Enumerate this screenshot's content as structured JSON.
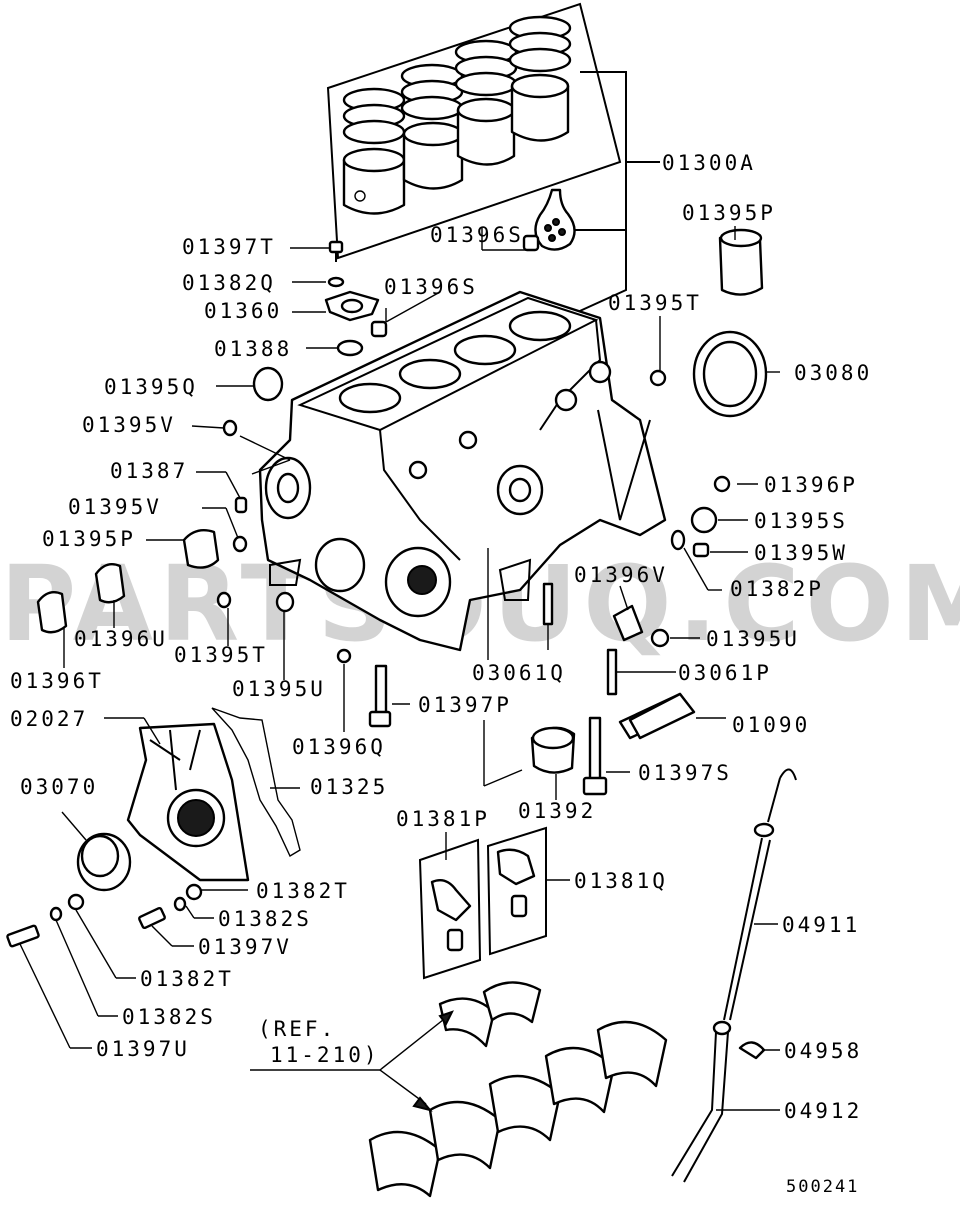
{
  "watermark": "PARTSOUQ.COM",
  "figure_code": "500241",
  "ref_note": {
    "line1": "(REF.",
    "line2": "11-210)"
  },
  "part_labels": {
    "p01300A": "01300A",
    "p01395P_top": "01395P",
    "p01396S_a": "01396S",
    "p01397T": "01397T",
    "p01382Q": "01382Q",
    "p01396S_b": "01396S",
    "p01360": "01360",
    "p01395T_top": "01395T",
    "p01388": "01388",
    "p03080": "03080",
    "p01395Q": "01395Q",
    "p01395V_a": "01395V",
    "p01387": "01387",
    "p01396P": "01396P",
    "p01395V_b": "01395V",
    "p01395S": "01395S",
    "p01395P_left": "01395P",
    "p01395W": "01395W",
    "p01382P": "01382P",
    "p01396V": "01396V",
    "p01396U": "01396U",
    "p01395U_right": "01395U",
    "p01395T_left": "01395T",
    "p03061Q": "03061Q",
    "p03061P": "03061P",
    "p01396T": "01396T",
    "p01395U_left": "01395U",
    "p01397P": "01397P",
    "p02027": "02027",
    "p01090": "01090",
    "p01396Q": "01396Q",
    "p01325": "01325",
    "p01397S": "01397S",
    "p03070": "03070",
    "p01392": "01392",
    "p01381P": "01381P",
    "p01381Q": "01381Q",
    "p01382T_a": "01382T",
    "p01382S_a": "01382S",
    "p01397V": "01397V",
    "p04911": "04911",
    "p01382T_b": "01382T",
    "p01382S_b": "01382S",
    "p01397U": "01397U",
    "p04958": "04958",
    "p04912": "04912"
  }
}
